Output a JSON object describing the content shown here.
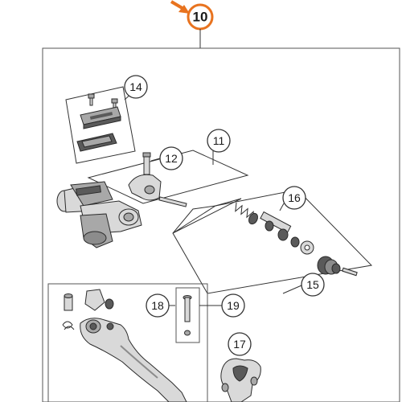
{
  "colors": {
    "accent": "#e8731f",
    "line": "#333333",
    "part_light": "#d9d9d9",
    "part_mid": "#a8a8a8",
    "part_dark": "#5a5a5a"
  },
  "callouts": {
    "c10": "10",
    "c11": "11",
    "c12": "12",
    "c14": "14",
    "c15": "15",
    "c16": "16",
    "c17": "17",
    "c18": "18",
    "c19": "19"
  }
}
